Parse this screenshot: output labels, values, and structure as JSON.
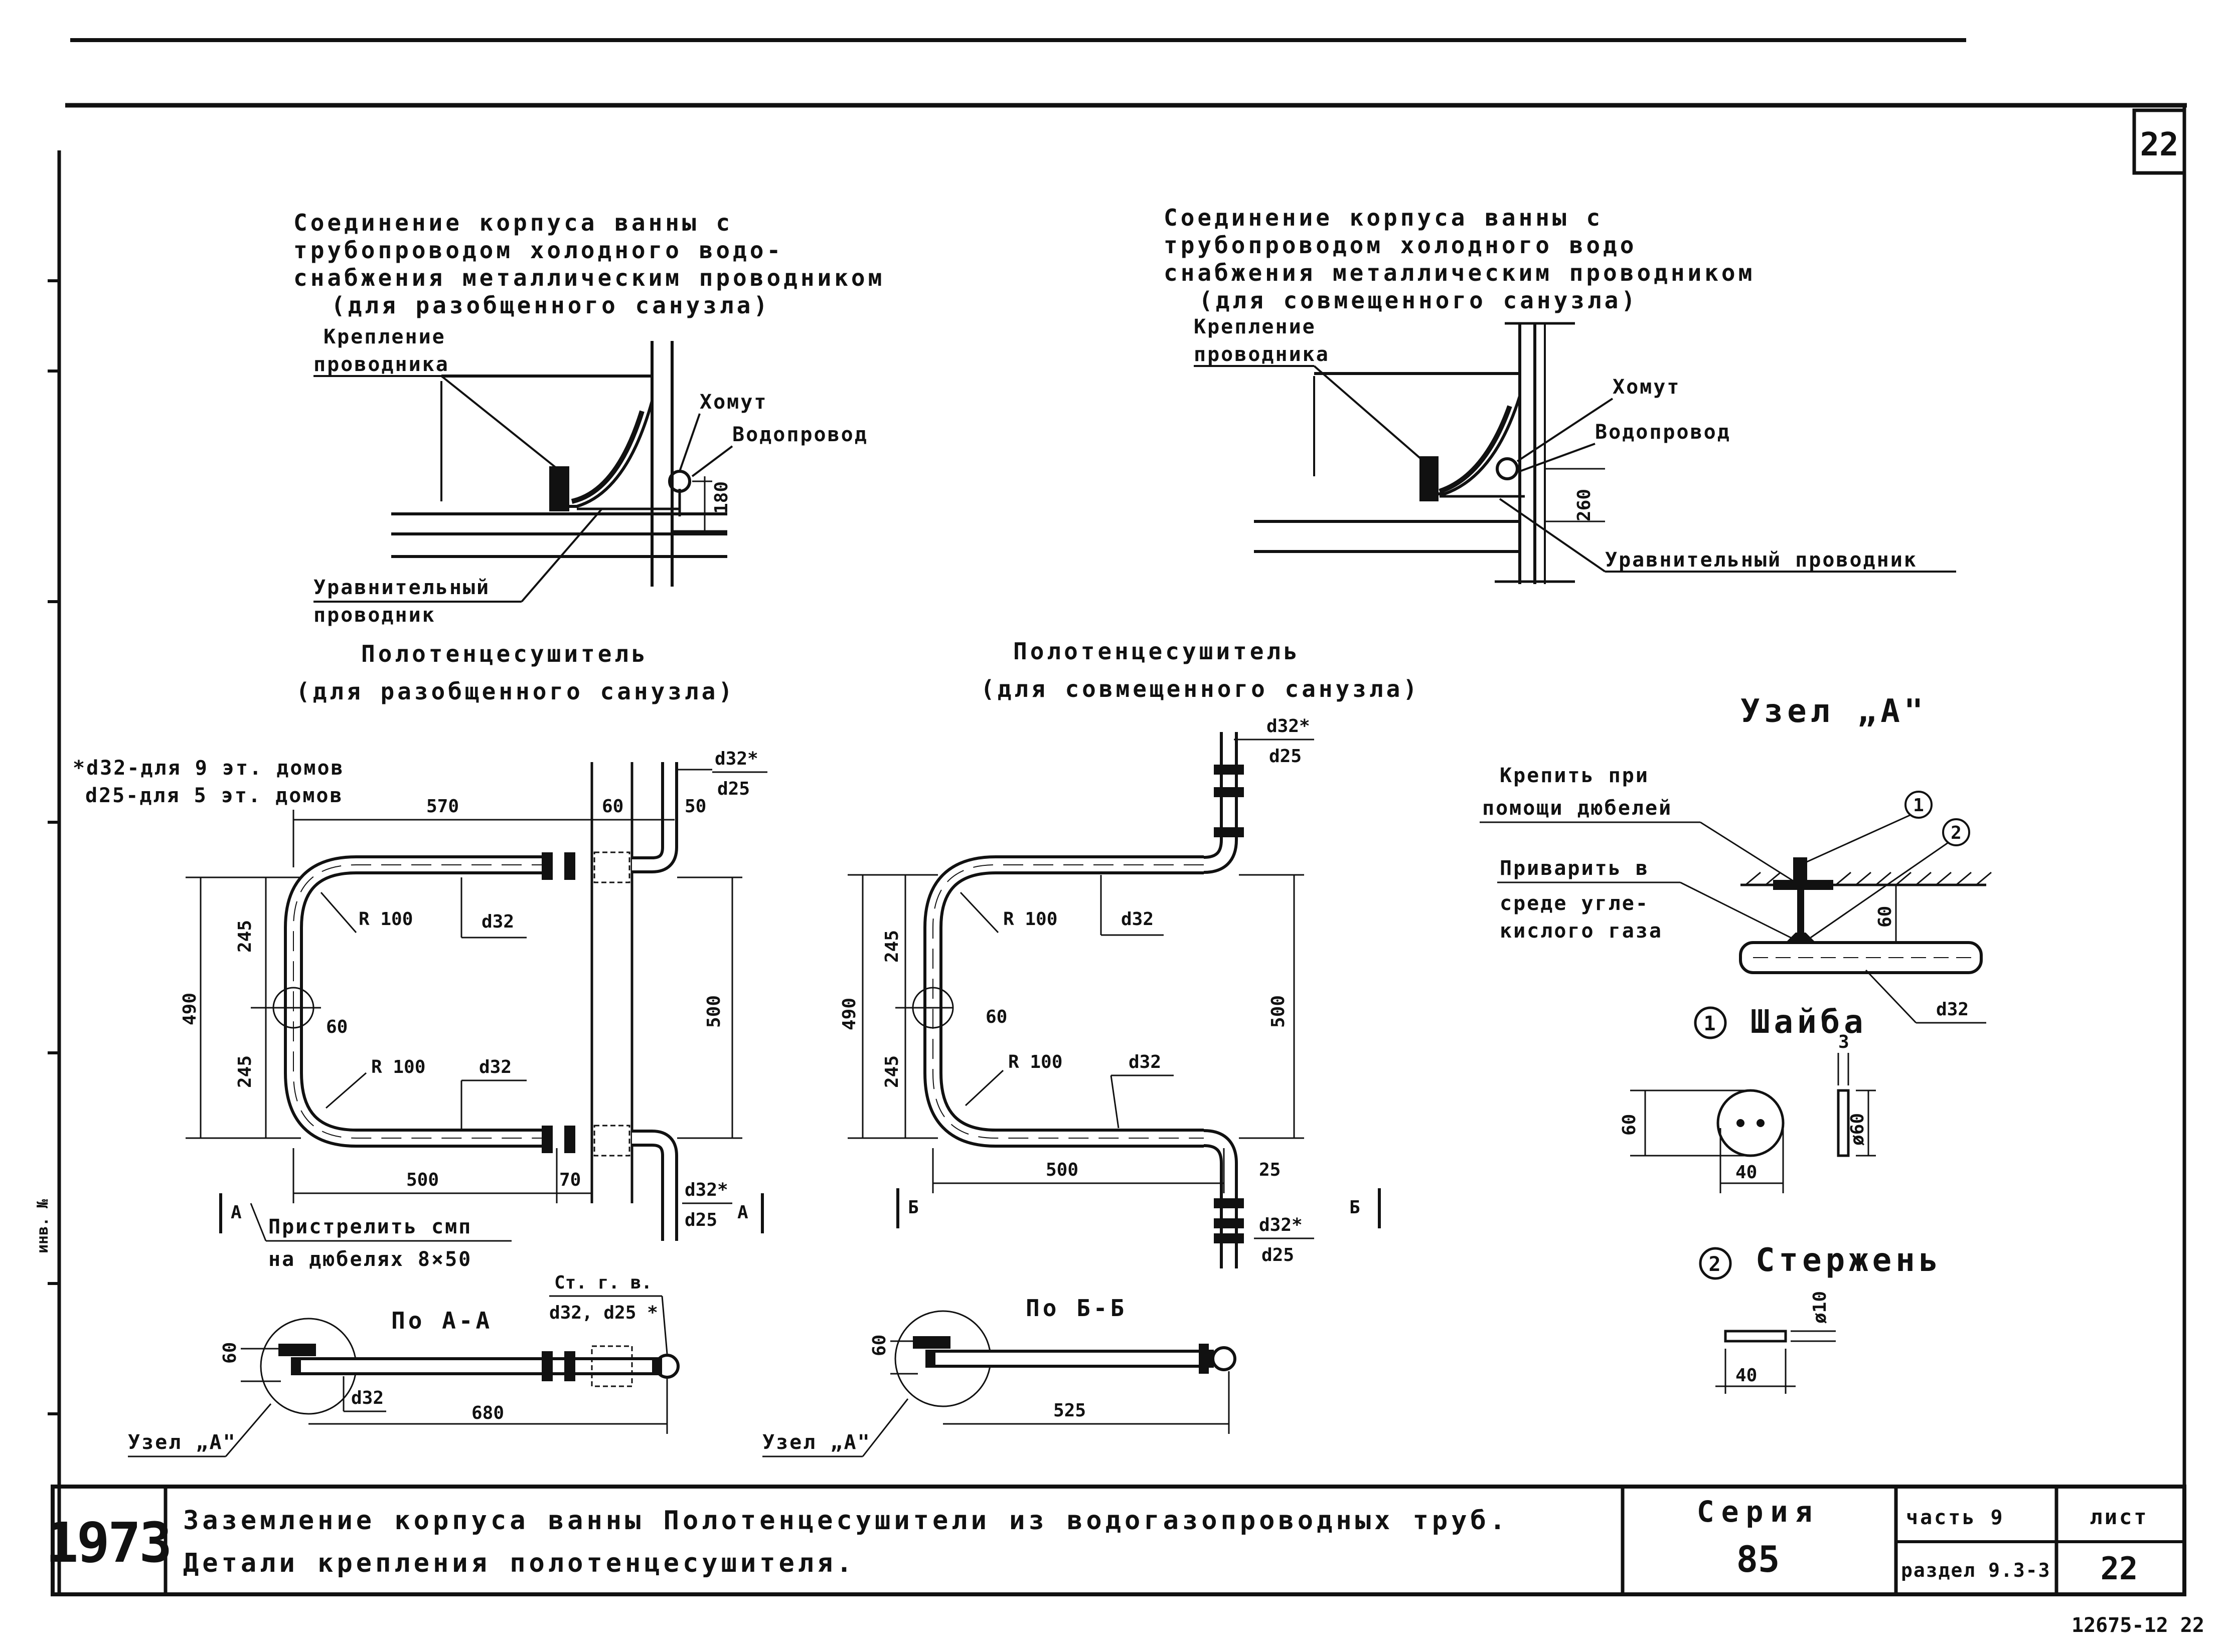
{
  "sheet_number_top": "22",
  "bath_separate": {
    "title_lines": [
      "Соединение корпуса ванны с",
      "трубопроводом холодного водо-",
      "снабжения металлическим проводником",
      "(для разобщенного санузла)"
    ],
    "fastening_line1": "Крепление",
    "fastening_line2": "проводника",
    "clamp": "Хомут",
    "water_pipe": "Водопровод",
    "dim_180": "180",
    "equalizing_line1": "Уравнительный",
    "equalizing_line2": "проводник"
  },
  "bath_combined": {
    "title_lines": [
      "Соединение корпуса ванны с",
      "трубопроводом холодного водо",
      "снабжения металлическим проводником",
      "(для совмещенного санузла)"
    ],
    "fastening_line1": "Крепление",
    "fastening_line2": "проводника",
    "clamp": "Хомут",
    "water_pipe": "Водопровод",
    "dim_260": "260",
    "equalizing": "Уравнительный проводник"
  },
  "towel_separate": {
    "title1": "Полотенцесушитель",
    "title2": "(для разобщенного санузла)",
    "note1": "*d32-для 9 эт. домов",
    "note2": "d25-для 5 эт. домов",
    "dim_570": "570",
    "dim_60_top": "60",
    "dim_50": "50",
    "d32_star": "d32*",
    "d25": "d25",
    "r100_top": "R 100",
    "d32_top": "d32",
    "dim_245_top": "245",
    "dim_490": "490",
    "dim_245_bottom": "245",
    "dim_60_mid": "60",
    "r100_bottom": "R 100",
    "d32_bottom": "d32",
    "dim_500_v": "500",
    "dim_500_h": "500",
    "dim_70": "70",
    "d32_star_b": "d32*",
    "d25_b": "d25",
    "sec_a_left": "А",
    "sec_a_right": "А",
    "shoot1": "Пристрелить смп",
    "shoot2": "на дюбелях 8×50"
  },
  "towel_combined": {
    "title1": "Полотенцесушитель",
    "title2": "(для совмещенного санузла)",
    "d32_star": "d32*",
    "d25": "d25",
    "r100_top": "R 100",
    "d32_top": "d32",
    "dim_245_top": "245",
    "dim_490": "490",
    "dim_245_bottom": "245",
    "dim_60_mid": "60",
    "r100_bottom": "R 100",
    "d32_bottom": "d32",
    "dim_500_v": "500",
    "dim_500_h": "500",
    "dim_25": "25",
    "d32_star_b": "d32*",
    "d25_b": "d25",
    "sec_b_left": "Б",
    "sec_b_right": "Б"
  },
  "section_aa": {
    "title": "По А-А",
    "stg1": "Ст. г. в.",
    "stg2": "d32, d25 *",
    "dim_60": "60",
    "d32": "d32",
    "dim_680": "680",
    "node": "Узел „А\""
  },
  "section_bb": {
    "title": "По Б-Б",
    "dim_60": "60",
    "dim_525": "525",
    "node": "Узел „А\""
  },
  "node_a": {
    "title": "Узел „А\"",
    "fix1": "Крепить при",
    "fix2": "помощи дюбелей",
    "weld1": "Приварить в",
    "weld2": "среде угле-",
    "weld3": "кислого газа",
    "dim_60": "60",
    "d32": "d32",
    "m1": "1",
    "m2": "2"
  },
  "washer": {
    "num": "1",
    "title": "Шайба",
    "dim_3": "3",
    "dim_60": "60",
    "dim_40": "40",
    "dim_phi60": "ø60"
  },
  "rod": {
    "num": "2",
    "title": "Стержень",
    "dim_phi10": "ø10",
    "dim_40": "40"
  },
  "stamp": {
    "year": "1973",
    "title1": "Заземление корпуса ванны Полотенцесушители из водогазопроводных труб.",
    "title2": "Детали крепления полотенцесушителя.",
    "series_label": "Серия",
    "series_value": "85",
    "part": "часть 9",
    "section": "раздел 9.3-3",
    "sheet_label": "лист",
    "sheet_value": "22"
  },
  "corner_code": "12675-12 22",
  "margin_note": "инв. №"
}
